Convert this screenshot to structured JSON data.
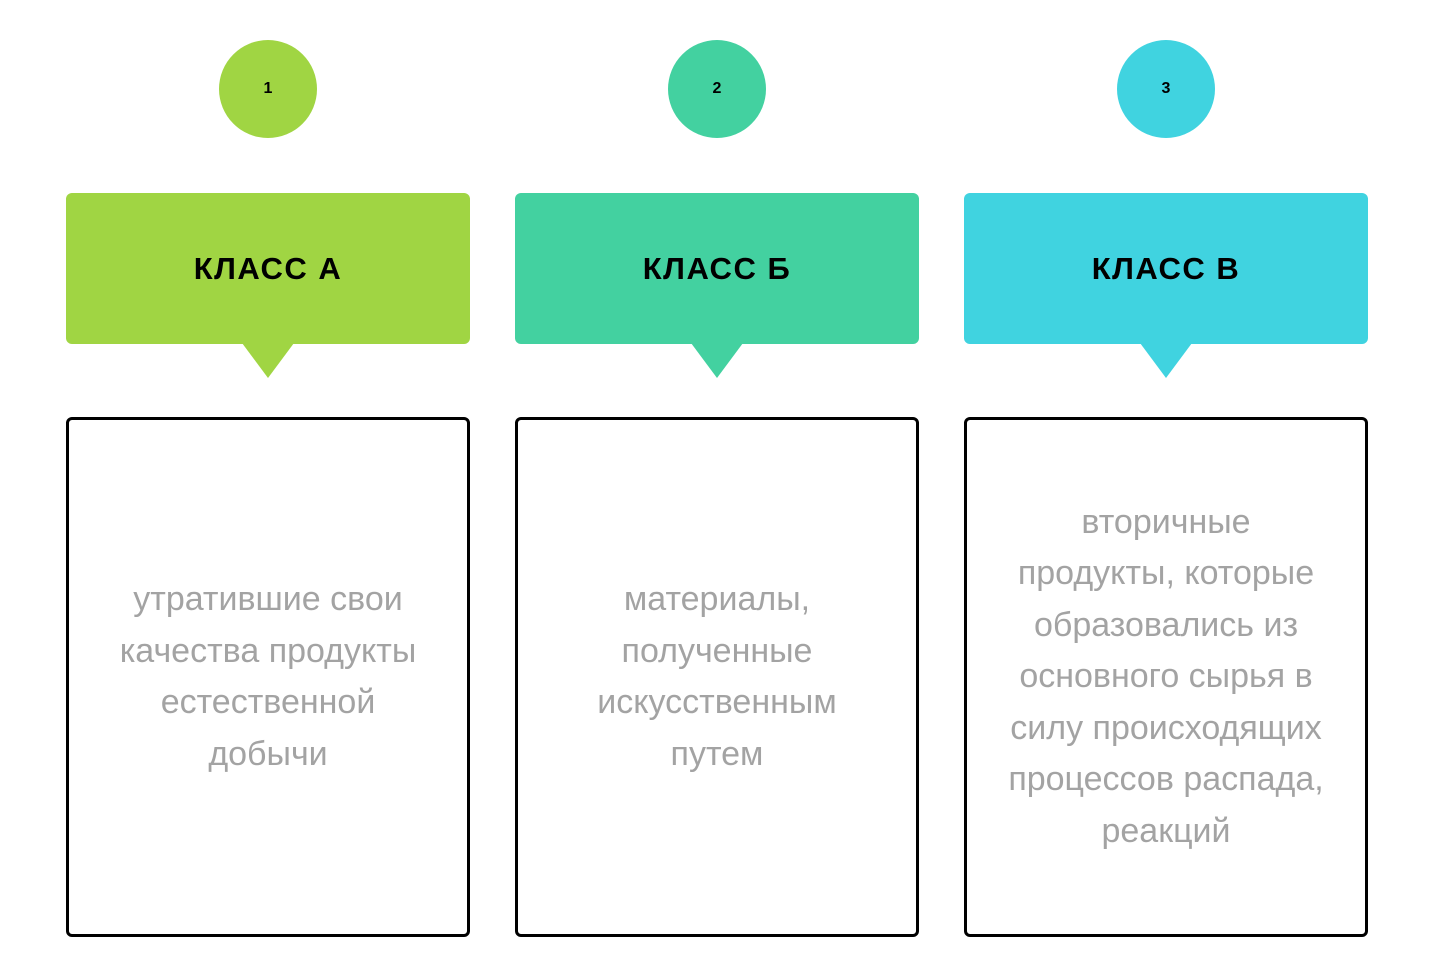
{
  "columns": [
    {
      "number": "1",
      "title": "КЛАСС А",
      "text": "утратившие свои качества продукты естественной добычи",
      "color": "#A0D543"
    },
    {
      "number": "2",
      "title": "КЛАСС Б",
      "text": "материалы, полученные искусственным путем",
      "color": "#43D1A0"
    },
    {
      "number": "3",
      "title": "КЛАСС В",
      "text": "вторичные продукты, которые образовались из основного сырья в силу происходящих процессов распада, реакций",
      "color": "#40D3E0"
    }
  ]
}
